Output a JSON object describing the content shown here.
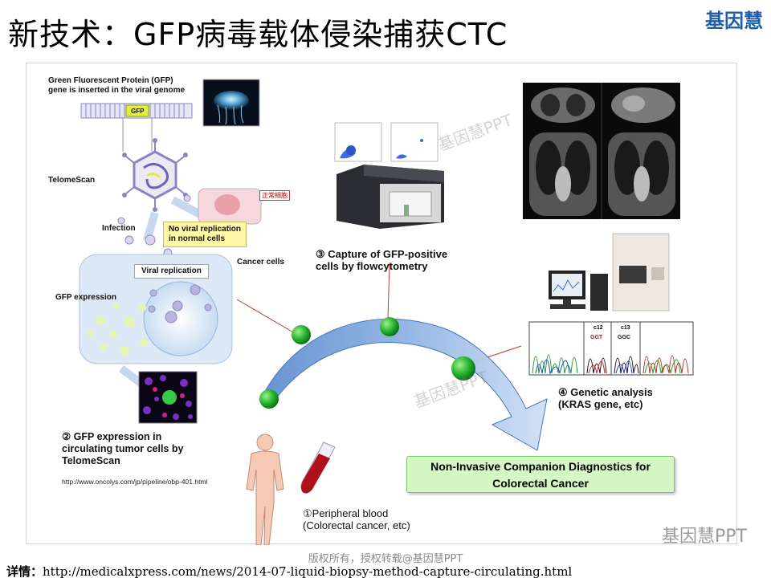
{
  "slide": {
    "title": "新技术：GFP病毒载体侵染捕获CTC",
    "logo": "基因慧",
    "copyright": "版权所有，授权转载@基因慧PPT",
    "source_label": "详情：",
    "source_url": "http://medicalxpress.com/news/2014-07-liquid-biopsy-method-capture-circulating.html",
    "watermark": "基因慧PPT"
  },
  "diagram": {
    "gfp_caption": "Green Fluorescent Protein (GFP)\ngene is inserted in the viral genome",
    "gfp_box": "GFP",
    "telomescan": "TelomeScan",
    "normal_cell_jp": "正常細胞",
    "infection": "Infection",
    "no_replication": "No viral replication\nin normal cells",
    "cancer_cells": "Cancer cells",
    "viral_replication": "Viral replication",
    "gfp_expression": "GFP expression",
    "step2": "② GFP expression in\ncirculating tumor cells by\nTelomeScan",
    "url": "http://www.oncolys.com/jp/pipeline/obp-401.html",
    "step3": "③ Capture of GFP-positive\ncells by flowcytometry",
    "step4": "④ Genetic analysis\n(KRAS gene, etc)",
    "step1": "①Peripheral blood\n(Colorectal cancer, etc)",
    "diagnostics": "Non-Invasive Companion Diagnostics for\nColorectal Cancer",
    "codon1_label": "c12",
    "codon1_seq": "GGT",
    "codon2_label": "c13",
    "codon2_seq": "GGC"
  }
}
